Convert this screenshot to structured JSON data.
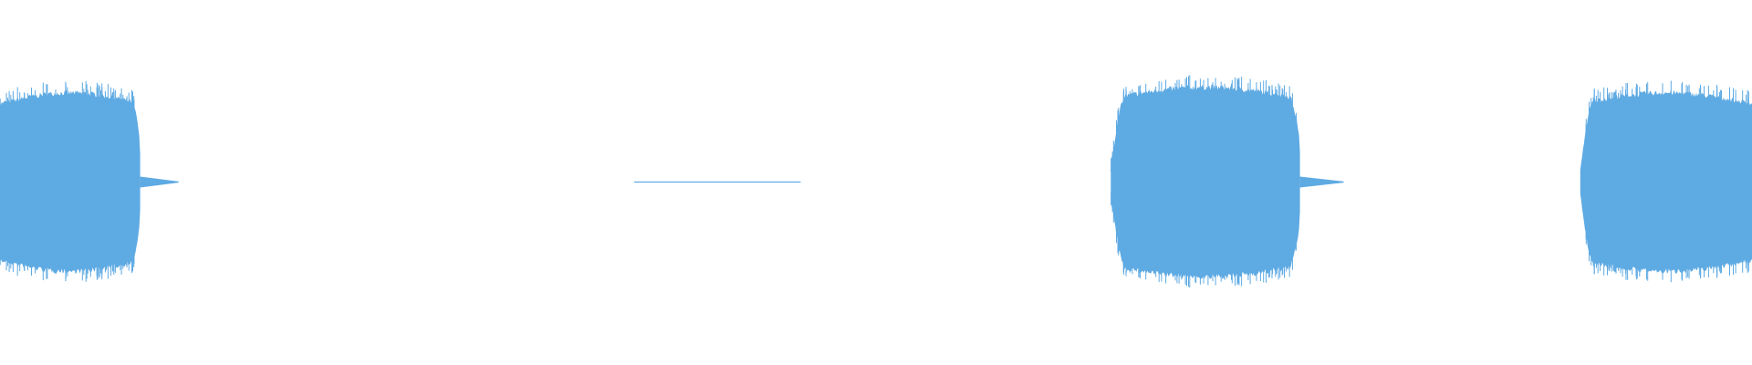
{
  "waveform": {
    "color": "#5eaae3",
    "background": "#ffffff",
    "segments": [
      {
        "kind": "burst",
        "start": 0.0,
        "end": 0.08,
        "amplitude": 0.94,
        "tail_end": 0.102
      },
      {
        "kind": "near-silence",
        "start": 0.362,
        "end": 0.457,
        "amplitude": 0.006
      },
      {
        "kind": "burst",
        "start": 0.634,
        "end": 0.742,
        "amplitude": 1.0,
        "tail_end": 0.767
      },
      {
        "kind": "burst",
        "start": 0.902,
        "end": 1.0,
        "amplitude": 0.94
      }
    ]
  }
}
